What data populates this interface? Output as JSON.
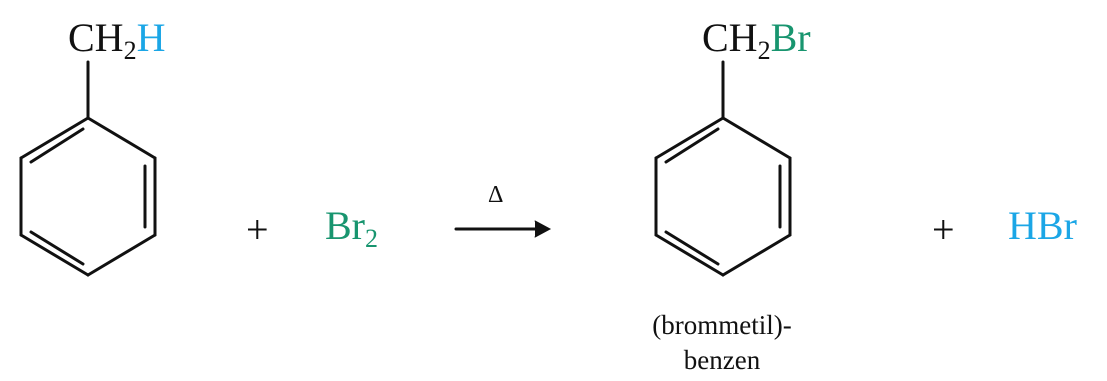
{
  "reactant_1": {
    "group_c": "CH",
    "group_sub": "2",
    "group_h": "H"
  },
  "plus_1": "+",
  "reactant_2": {
    "symbol": "Br",
    "sub": "2"
  },
  "condition": "Δ",
  "product_1": {
    "group_c": "CH",
    "group_sub": "2",
    "group_br": "Br",
    "name_line1": "(brommetil)-",
    "name_line2": "benzen"
  },
  "plus_2": "+",
  "product_2": "HBr",
  "colors": {
    "hydrogen_highlight": "#1ba6e6",
    "bromine_highlight": "#18956f",
    "ink": "#111111"
  }
}
